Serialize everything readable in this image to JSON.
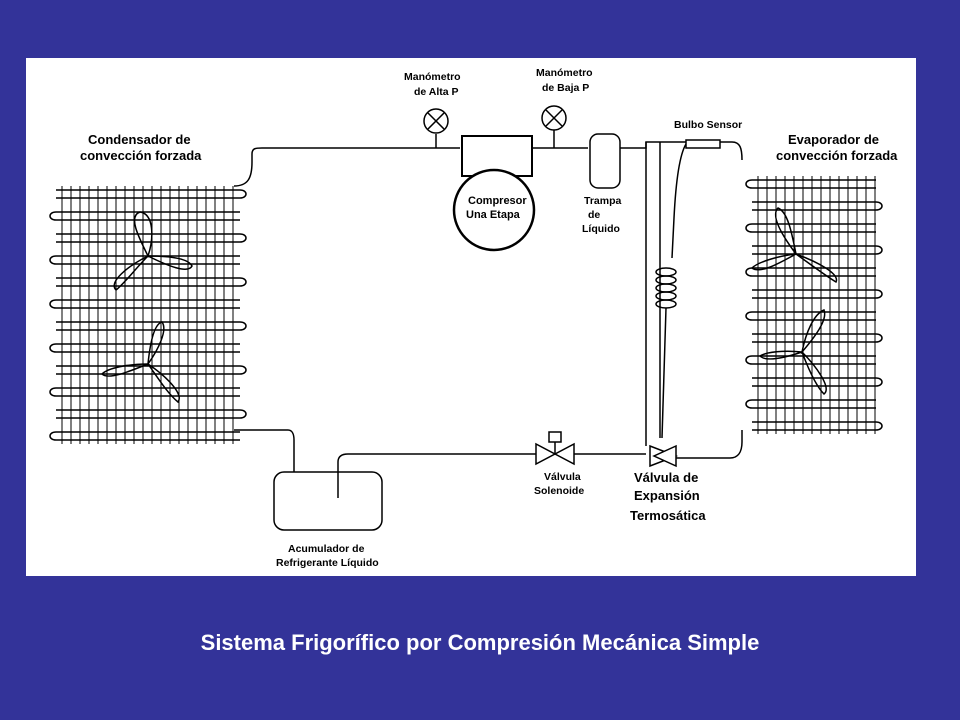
{
  "caption": "Sistema Frigorífico por Compresión Mecánica Simple",
  "colors": {
    "background": "#333399",
    "panel": "#ffffff",
    "line": "#000000",
    "caption": "#ffffff"
  },
  "labels": {
    "condenser": [
      "Condensador de",
      "convección forzada"
    ],
    "gauge_high": [
      "Manómetro",
      "de Alta P"
    ],
    "gauge_low": [
      "Manómetro",
      "de Baja P"
    ],
    "compressor": [
      "Compresor",
      "Una Etapa"
    ],
    "trap": [
      "Trampa",
      "de",
      "Líquido"
    ],
    "bulb": "Bulbo Sensor",
    "evaporator": [
      "Evaporador de",
      "convección forzada"
    ],
    "solenoid": [
      "Válvula",
      "Solenoide"
    ],
    "expansion": [
      "Válvula de",
      "Expansión",
      "Termosática"
    ],
    "accumulator": [
      "Acumulador de",
      "Refrigerante Líquido"
    ]
  }
}
